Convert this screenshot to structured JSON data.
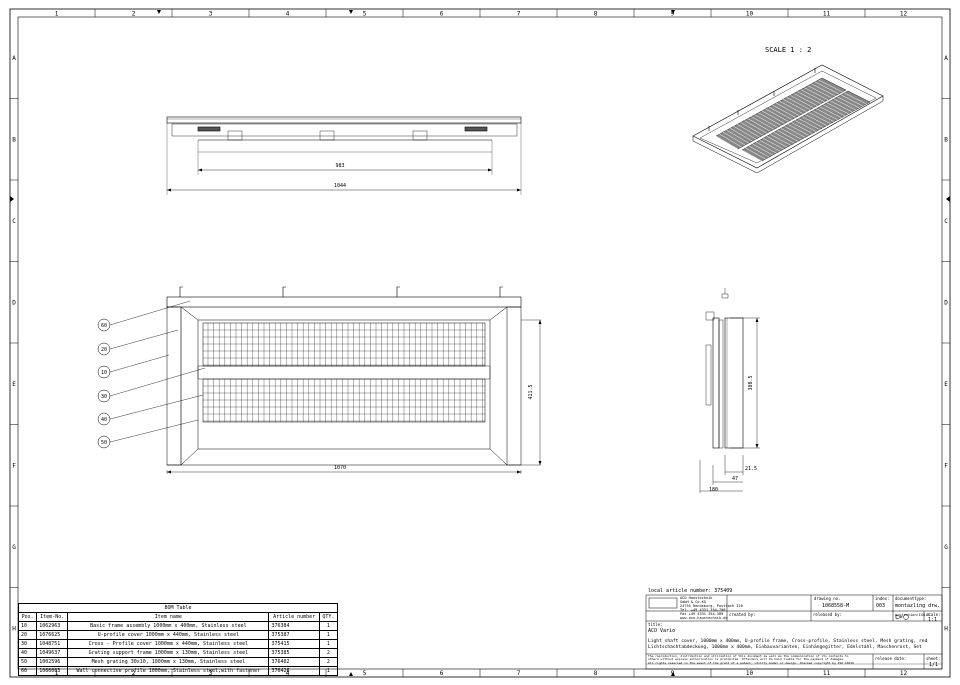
{
  "frame": {
    "columns": [
      "1",
      "2",
      "3",
      "4",
      "5",
      "6",
      "7",
      "8",
      "9",
      "10",
      "11",
      "12"
    ],
    "rows": [
      "A",
      "B",
      "C",
      "D",
      "E",
      "F",
      "G",
      "H"
    ]
  },
  "scale_label": "SCALE 1 : 2",
  "dimensions": {
    "top_inner": "983",
    "top_outer": "1044",
    "front_width": "1070",
    "front_height": "411.5",
    "side_height": "380.5",
    "side_d1": "21.5",
    "side_d2": "47",
    "side_d3": "180"
  },
  "balloons": [
    "60",
    "20",
    "10",
    "30",
    "40",
    "50"
  ],
  "bom": {
    "title": "BOM Table",
    "headers": [
      "Pos.",
      "Item-No.",
      "Item name",
      "Article number",
      "QTY."
    ],
    "rows": [
      [
        "10",
        "1062963",
        "Basic frame assembly 1000mm x 400mm, Stainless steel",
        "376384",
        "1"
      ],
      [
        "20",
        "1076625",
        "U-profile cover 1000mm x 440mm, Stainless steel",
        "375387",
        "1"
      ],
      [
        "30",
        "1048751",
        "Cross - Profile cover 1000mm x 440mm, Stainless steel",
        "375415",
        "1"
      ],
      [
        "40",
        "1049637",
        "Grating support frame 1000mm x 130mm, Stainless steel",
        "375385",
        "2"
      ],
      [
        "50",
        "1002596",
        "Mesh grating 30x10, 1000mm x 130mm, Stainless steel",
        "376402",
        "2"
      ],
      [
        "60",
        "1066003",
        "Wall connective profile 1000mm, Stainless steel,with fastener",
        "376426",
        "1"
      ]
    ]
  },
  "title_block": {
    "local_article_label": "local article number:",
    "local_article_value": "375409",
    "company": [
      "ACO Haustechnik",
      "GmbH & Co.KG",
      "24755 Rendsburg, Postfach 320",
      "Tel. +49 4331 354-700",
      "Fax +49 4331 354-389",
      "www.aco-haustechnik.de"
    ],
    "drawing_no_label": "drawing no.",
    "drawing_no_value": "1068558-M",
    "index_label": "index:",
    "index_value": "003",
    "doc_type_label": "documenttype:",
    "doc_type_value": "montazling drw.",
    "created_label": "created by:",
    "released_label": "released by:",
    "projection_label": "projection:ISO-E",
    "scale_label": "scale:",
    "scale_value": "1:1",
    "title_label": "title:",
    "title_name": "ACO Vario",
    "title_lines": [
      "Light shaft cover, 1000mm x 400mm, U-profile frame, Cross-profile, Stainless steel, Mesh grating, red",
      "Lichtschachtabdeckung, 1000mm x 400mm, Einbauvarianten, Einhängegitter, Edelstahl, Maschenrost, Set"
    ],
    "legal": [
      "The reproduction, distribution and utilization of this document as well as the communication of its contents to",
      "others without express authorization is prohibited. Offenders will be held liable for the payment of damages.",
      "All rights reserved in the event of the grant of a patent, utility model or design. Checked copyright by ISO 16016"
    ],
    "release_date_label": "release date:",
    "sheet_label": "sheet:",
    "sheet_value": "1/1"
  }
}
